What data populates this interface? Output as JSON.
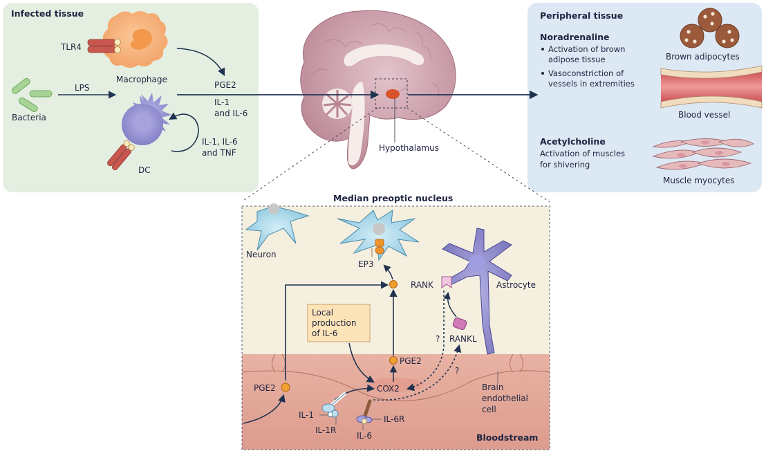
{
  "panels": {
    "infected": {
      "title": "Infected tissue",
      "labels": {
        "tlr4": "TLR4",
        "macrophage": "Macrophage",
        "lps": "LPS",
        "bacteria": "Bacteria",
        "dc": "DC",
        "pge2": "PGE2",
        "il1": "IL-1",
        "and_il6": "and IL-6",
        "loop_line1": "IL-1, IL-6",
        "loop_line2": "and TNF"
      },
      "colors": {
        "background": "#e6f0e2",
        "macrophage": "#f5a86a",
        "dc": "#8f8ccc",
        "receptor": "#c9574f",
        "bacteria": "#9fd08f"
      }
    },
    "brain": {
      "hypothalamus_label": "Hypothalamus",
      "colors": {
        "brain": "#c99aa8",
        "hypothalamus": "#d9542a"
      }
    },
    "peripheral": {
      "title": "Peripheral tissue",
      "noradrenaline": {
        "heading": "Noradrenaline",
        "bullets": [
          {
            "line1": "Activation of brown",
            "line2": "adipose tissue"
          },
          {
            "line1": "Vasoconstriction of",
            "line2": "vessels in extremities"
          }
        ]
      },
      "acetylcholine": {
        "heading": "Acetylcholine",
        "line1": "Activation of muscles",
        "line2": "for shivering"
      },
      "images": {
        "adipocytes": "Brown adipocytes",
        "vessel": "Blood vessel",
        "myocytes": "Muscle myocytes"
      },
      "colors": {
        "background": "#dde9f3",
        "adipocyte": "#9c5a3c",
        "vessel": "#d8666a",
        "myocyte": "#e2b2b4"
      }
    },
    "mnpo": {
      "title": "Median preoptic nucleus",
      "labels": {
        "neuron": "Neuron",
        "ep3": "EP3",
        "astrocyte": "Astrocyte",
        "rank": "RANK",
        "rankl": "RANKL",
        "local_line1": "Local",
        "local_line2": "production",
        "local_line3": "of IL-6",
        "question1": "?",
        "question2": "?",
        "pge2_upper": "PGE2",
        "pge2_left": "PGE2",
        "cox2": "COX2",
        "endo_line1": "Brain",
        "endo_line2": "endothelial",
        "endo_line3": "cell",
        "il1": "IL-1",
        "il1r": "IL-1R",
        "il6": "IL-6",
        "il6r": "IL-6R",
        "bloodstream": "Bloodstream"
      },
      "colors": {
        "background": "#f5efe0",
        "endothelium": "#e2a899",
        "neuron": "#86c3dc",
        "astrocyte": "#8a86c8",
        "pge2_dot": "#f0a030",
        "local_box": "#fde4b8"
      }
    }
  }
}
